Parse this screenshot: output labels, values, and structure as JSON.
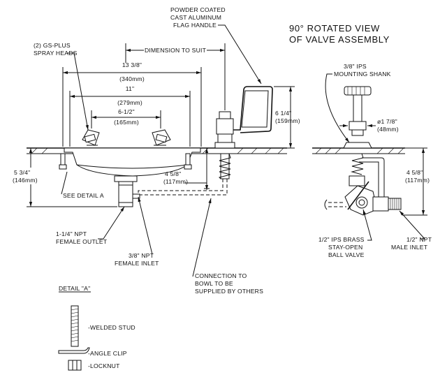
{
  "titles": {
    "rotated_view_line1": "90° ROTATED VIEW",
    "rotated_view_line2": "OF VALVE ASSEMBLY"
  },
  "labels": {
    "flag_handle": [
      "POWDER COATED",
      "CAST ALUMINUM",
      "FLAG HANDLE"
    ],
    "spray_heads": [
      "(2) GS-PLUS",
      "SPRAY HEADS"
    ],
    "dimension_to_suit": "DIMENSION TO SUIT",
    "see_detail_a": "SEE DETAIL A",
    "female_outlet": [
      "1-1/4\" NPT",
      "FEMALE OUTLET"
    ],
    "female_inlet": [
      "3/8\" NPT",
      "FEMALE INLET"
    ],
    "connection": [
      "CONNECTION TO",
      "BOWL TO BE",
      "SUPPLIED BY OTHERS"
    ],
    "mounting_shank": [
      "3/8\" IPS",
      "MOUNTING SHANK"
    ],
    "ball_valve": [
      "1/2\" IPS BRASS",
      "STAY-OPEN",
      "BALL VALVE"
    ],
    "male_inlet": [
      "1/2\" NPT",
      "MALE INLET"
    ],
    "detail_a_title": "DETAIL \"A\"",
    "welded_stud": "-WELDED STUD",
    "angle_clip": "-ANGLE CLIP",
    "locknut": "-LOCKNUT"
  },
  "dimensions": {
    "bowl_width": [
      "13 3/8\"",
      "(340mm)"
    ],
    "inner_width": [
      "11\"",
      "(279mm)"
    ],
    "spray_spacing": [
      "6-1/2\"",
      "(165mm)"
    ],
    "handle_height": [
      "6 1/4\"",
      "(159mm)"
    ],
    "bowl_depth": [
      "5 3/4\"",
      "(146mm)"
    ],
    "below_deck": [
      "4 5/8\"",
      "(117mm)"
    ],
    "valve_diameter": [
      "ø1 7/8\"",
      "(48mm)"
    ],
    "valve_below_deck": [
      "4 5/8\"",
      "(117mm)"
    ]
  }
}
